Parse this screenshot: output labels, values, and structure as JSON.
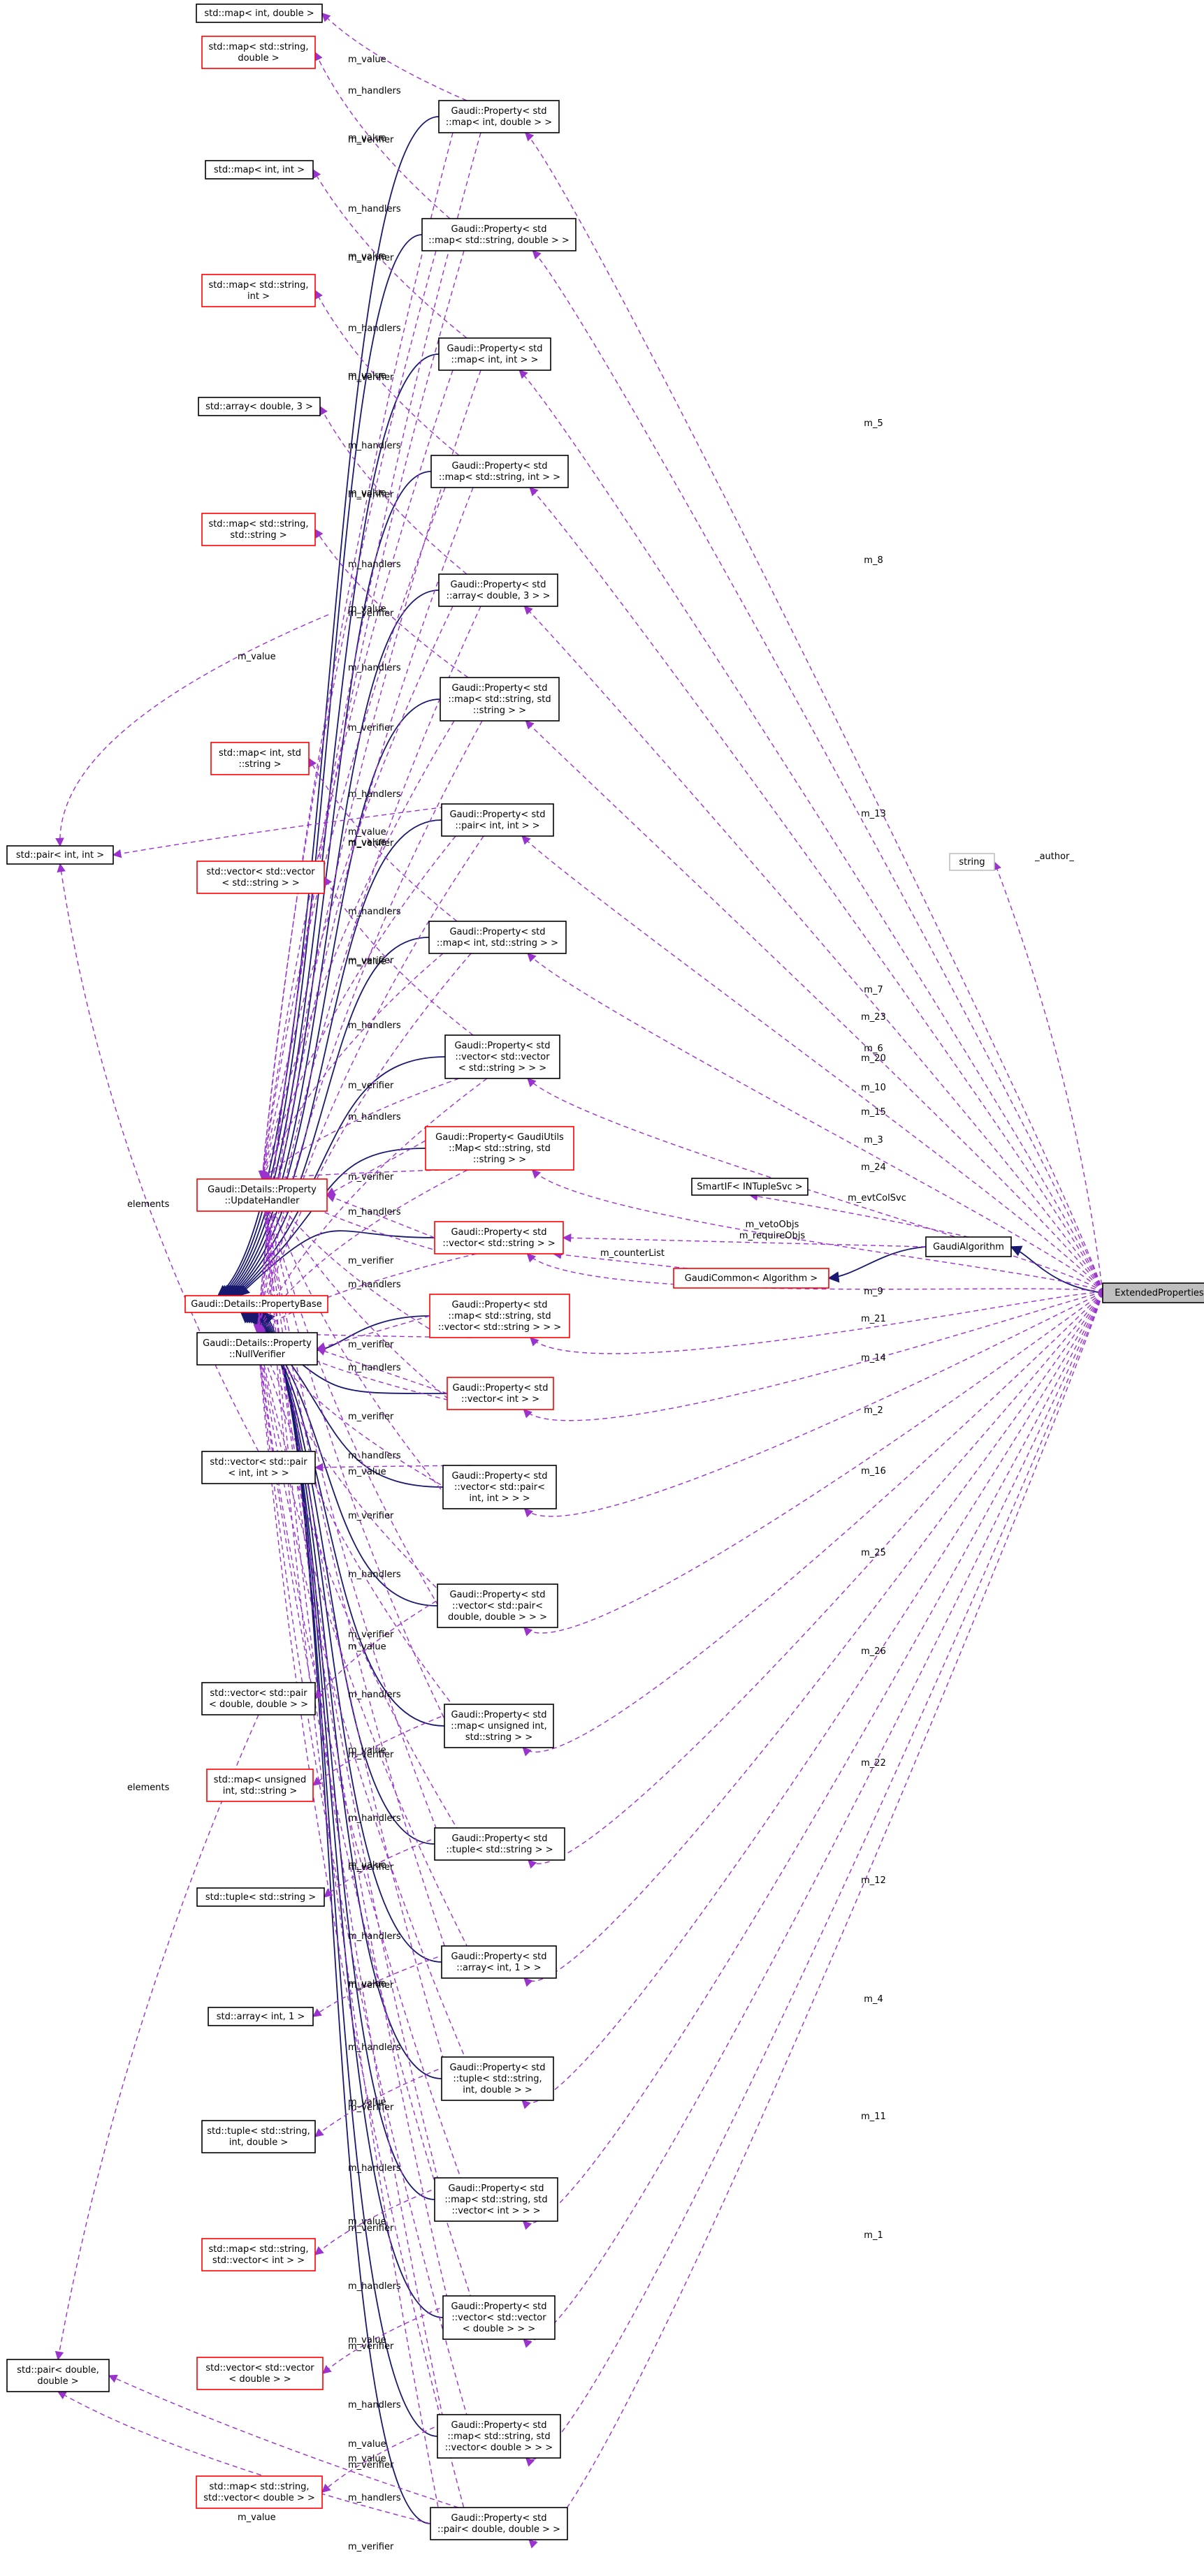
{
  "colors": {
    "dependency_edge": "#9a32cd",
    "inheritance_edge": "#191970",
    "normal_border": "#000000",
    "undocumented_border": "#ff0000",
    "external_border": "#bfbfbf",
    "selected_fill": "#bfbfbf"
  },
  "nodes": [
    {
      "id": "extprops",
      "lines": [
        "ExtendedProperties"
      ],
      "style": "sel"
    },
    {
      "id": "string",
      "lines": [
        "string"
      ],
      "style": "gray"
    },
    {
      "id": "gaudialg",
      "lines": [
        "GaudiAlgorithm"
      ],
      "style": "black"
    },
    {
      "id": "gaudicommon",
      "lines": [
        "GaudiCommon< Algorithm >"
      ],
      "style": "red"
    },
    {
      "id": "smartif",
      "lines": [
        "SmartIF< INTupleSvc >"
      ],
      "style": "black"
    },
    {
      "id": "pbase",
      "lines": [
        "Gaudi::Details::PropertyBase"
      ],
      "style": "red"
    },
    {
      "id": "updhandler",
      "lines": [
        "Gaudi::Details::Property",
        "::UpdateHandler"
      ],
      "style": "red"
    },
    {
      "id": "nullverifier",
      "lines": [
        "Gaudi::Details::Property",
        "::NullVerifier"
      ],
      "style": "black"
    },
    {
      "id": "pair_int",
      "lines": [
        "std::pair< int, int >"
      ],
      "style": "black"
    },
    {
      "id": "pair_dbl",
      "lines": [
        "std::pair< double,",
        "double >"
      ],
      "style": "black"
    },
    {
      "id": "t_map_int_dbl",
      "lines": [
        "std::map< int, double >"
      ],
      "style": "black"
    },
    {
      "id": "t_map_str_dbl",
      "lines": [
        "std::map< std::string,",
        "double >"
      ],
      "style": "red"
    },
    {
      "id": "t_map_int_int",
      "lines": [
        "std::map< int, int >"
      ],
      "style": "black"
    },
    {
      "id": "t_map_str_int",
      "lines": [
        "std::map< std::string,",
        "int >"
      ],
      "style": "red"
    },
    {
      "id": "t_arr_d3",
      "lines": [
        "std::array< double, 3 >"
      ],
      "style": "black"
    },
    {
      "id": "t_map_str_str",
      "lines": [
        "std::map< std::string,",
        "std::string >"
      ],
      "style": "red"
    },
    {
      "id": "t_map_int_str",
      "lines": [
        "std::map< int, std",
        "::string >"
      ],
      "style": "red"
    },
    {
      "id": "t_vec_vec_str",
      "lines": [
        "std::vector< std::vector",
        "< std::string > >"
      ],
      "style": "red"
    },
    {
      "id": "t_vec_pair_ii",
      "lines": [
        "std::vector< std::pair",
        "< int, int > >"
      ],
      "style": "black"
    },
    {
      "id": "t_vec_pair_dd",
      "lines": [
        "std::vector< std::pair",
        "< double, double > >"
      ],
      "style": "black"
    },
    {
      "id": "t_map_u_str",
      "lines": [
        "std::map< unsigned",
        "int, std::string >"
      ],
      "style": "red"
    },
    {
      "id": "t_tuple_str",
      "lines": [
        "std::tuple< std::string >"
      ],
      "style": "black"
    },
    {
      "id": "t_arr_i1",
      "lines": [
        "std::array< int, 1 >"
      ],
      "style": "black"
    },
    {
      "id": "t_tuple_sid",
      "lines": [
        "std::tuple< std::string,",
        "int, double >"
      ],
      "style": "black"
    },
    {
      "id": "t_map_str_vi",
      "lines": [
        "std::map< std::string,",
        "std::vector< int > >"
      ],
      "style": "red"
    },
    {
      "id": "t_vec_vec_d",
      "lines": [
        "std::vector< std::vector",
        "< double > >"
      ],
      "style": "red"
    },
    {
      "id": "t_map_str_vd",
      "lines": [
        "std::map< std::string,",
        "std::vector< double > >"
      ],
      "style": "red"
    },
    {
      "id": "p_map_int_dbl",
      "lines": [
        "Gaudi::Property< std",
        "::map< int, double > >"
      ],
      "style": "black"
    },
    {
      "id": "p_map_str_dbl",
      "lines": [
        "Gaudi::Property< std",
        "::map< std::string, double > >"
      ],
      "style": "black"
    },
    {
      "id": "p_map_int_int",
      "lines": [
        "Gaudi::Property< std",
        "::map< int, int > >"
      ],
      "style": "black"
    },
    {
      "id": "p_map_str_int",
      "lines": [
        "Gaudi::Property< std",
        "::map< std::string, int > >"
      ],
      "style": "black"
    },
    {
      "id": "p_arr_d3",
      "lines": [
        "Gaudi::Property< std",
        "::array< double, 3 > >"
      ],
      "style": "black"
    },
    {
      "id": "p_map_str_str",
      "lines": [
        "Gaudi::Property< std",
        "::map< std::string, std",
        "::string > >"
      ],
      "style": "black"
    },
    {
      "id": "p_pair_ii",
      "lines": [
        "Gaudi::Property< std",
        "::pair< int, int > >"
      ],
      "style": "black"
    },
    {
      "id": "p_map_int_str",
      "lines": [
        "Gaudi::Property< std",
        "::map< int, std::string > >"
      ],
      "style": "black"
    },
    {
      "id": "p_vec_vec_str",
      "lines": [
        "Gaudi::Property< std",
        "::vector< std::vector",
        "< std::string > > >"
      ],
      "style": "black"
    },
    {
      "id": "p_gaudiutils",
      "lines": [
        "Gaudi::Property< GaudiUtils",
        "::Map< std::string, std",
        "::string > >"
      ],
      "style": "red"
    },
    {
      "id": "p_vec_str",
      "lines": [
        "Gaudi::Property< std",
        "::vector< std::string > >"
      ],
      "style": "red"
    },
    {
      "id": "p_map_str_vstr",
      "lines": [
        "Gaudi::Property< std",
        "::map< std::string, std",
        "::vector< std::string > > >"
      ],
      "style": "red"
    },
    {
      "id": "p_vec_int",
      "lines": [
        "Gaudi::Property< std",
        "::vector< int > >"
      ],
      "style": "red"
    },
    {
      "id": "p_vec_pair_ii",
      "lines": [
        "Gaudi::Property< std",
        "::vector< std::pair<",
        "int, int > > >"
      ],
      "style": "black"
    },
    {
      "id": "p_vec_pair_dd",
      "lines": [
        "Gaudi::Property< std",
        "::vector< std::pair<",
        "double, double > > >"
      ],
      "style": "black"
    },
    {
      "id": "p_map_u_str",
      "lines": [
        "Gaudi::Property< std",
        "::map< unsigned int,",
        "std::string > >"
      ],
      "style": "black"
    },
    {
      "id": "p_tuple_str",
      "lines": [
        "Gaudi::Property< std",
        "::tuple< std::string > >"
      ],
      "style": "black"
    },
    {
      "id": "p_arr_i1",
      "lines": [
        "Gaudi::Property< std",
        "::array< int, 1 > >"
      ],
      "style": "black"
    },
    {
      "id": "p_tuple_sid",
      "lines": [
        "Gaudi::Property< std",
        "::tuple< std::string,",
        "int, double > >"
      ],
      "style": "black"
    },
    {
      "id": "p_map_str_vi",
      "lines": [
        "Gaudi::Property< std",
        "::map< std::string, std",
        "::vector< int > > >"
      ],
      "style": "black"
    },
    {
      "id": "p_vec_vec_d",
      "lines": [
        "Gaudi::Property< std",
        "::vector< std::vector",
        "< double > > >"
      ],
      "style": "black"
    },
    {
      "id": "p_map_str_vd",
      "lines": [
        "Gaudi::Property< std",
        "::map< std::string, std",
        "::vector< double > > >"
      ],
      "style": "black"
    },
    {
      "id": "p_pair_dd",
      "lines": [
        "Gaudi::Property< std",
        "::pair< double, double > >"
      ],
      "style": "black"
    }
  ],
  "labels": {
    "m_value": "m_value",
    "m_handlers": "m_handlers",
    "m_verifier": "m_verifier",
    "elements": "elements",
    "author": "_author_",
    "m_evtColSvc": "m_evtColSvc",
    "m_vetoObjs": "m_vetoObjs",
    "m_requireObjs": "m_requireObjs",
    "m_counterList": "m_counterList"
  },
  "member_edges": [
    {
      "target": "p_map_int_dbl",
      "label": "m_5"
    },
    {
      "target": "p_map_str_dbl",
      "label": "m_8"
    },
    {
      "target": "p_map_int_int",
      "label": "m_13"
    },
    {
      "target": "p_map_str_int",
      "label": "m_7"
    },
    {
      "target": "p_arr_d3",
      "label": "m_23"
    },
    {
      "target": "p_map_str_str",
      "label": "m_6"
    },
    {
      "target": "p_pair_ii",
      "label": "m_20"
    },
    {
      "target": "p_map_int_str",
      "label": "m_10"
    },
    {
      "target": "p_vec_vec_str",
      "label": "m_15"
    },
    {
      "target": "p_gaudiutils",
      "label": "m_3"
    },
    {
      "target": "p_vec_str",
      "label": "m_24"
    },
    {
      "target": "p_map_str_vstr",
      "label": "m_9"
    },
    {
      "target": "p_vec_int",
      "label": "m_21"
    },
    {
      "target": "p_vec_pair_ii",
      "label": "m_14"
    },
    {
      "target": "p_vec_pair_dd",
      "label": "m_2"
    },
    {
      "target": "p_map_u_str",
      "label": "m_16"
    },
    {
      "target": "p_tuple_str",
      "label": "m_25"
    },
    {
      "target": "p_arr_i1",
      "label": "m_26"
    },
    {
      "target": "p_tuple_sid",
      "label": "m_22"
    },
    {
      "target": "p_map_str_vi",
      "label": "m_12"
    },
    {
      "target": "p_vec_vec_d",
      "label": "m_4"
    },
    {
      "target": "p_map_str_vd",
      "label": "m_11"
    },
    {
      "target": "p_pair_dd",
      "label": "m_1"
    }
  ]
}
